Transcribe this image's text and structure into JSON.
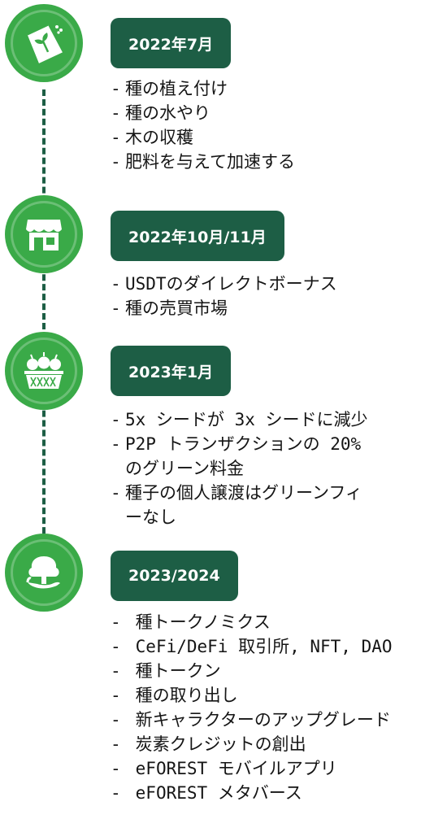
{
  "milestones": [
    {
      "date": "2022年7月",
      "icon": "seed-bag-icon",
      "items": [
        "種の植え付け",
        "種の水やり",
        "木の収穫",
        "肥料を与えて加速する"
      ]
    },
    {
      "date": "2022年10月/11月",
      "icon": "store-icon",
      "items": [
        "USDTのダイレクトボーナス",
        "種の売買市場"
      ]
    },
    {
      "date": "2023年1月",
      "icon": "fruit-basket-icon",
      "items": [
        "5x シードが 3x シードに減少",
        "P2P トランザクションの 20%\nのグリーン料金",
        "種子の個人譲渡はグリーンフィ\nーなし"
      ]
    },
    {
      "date": "2023/2024",
      "icon": "tree-hand-icon",
      "items": [
        " 種トークノミクス",
        " CeFi/DeFi 取引所, NFT, DAO",
        " 種トークン",
        " 種の取り出し",
        " 新キャラクターのアップグレード",
        " 炭素クレジットの創出",
        " eFOREST モバイルアプリ",
        " eFOREST メタバース"
      ]
    }
  ],
  "colors": {
    "accent_green": "#3aaa48",
    "dark_green": "#1d5e45"
  }
}
